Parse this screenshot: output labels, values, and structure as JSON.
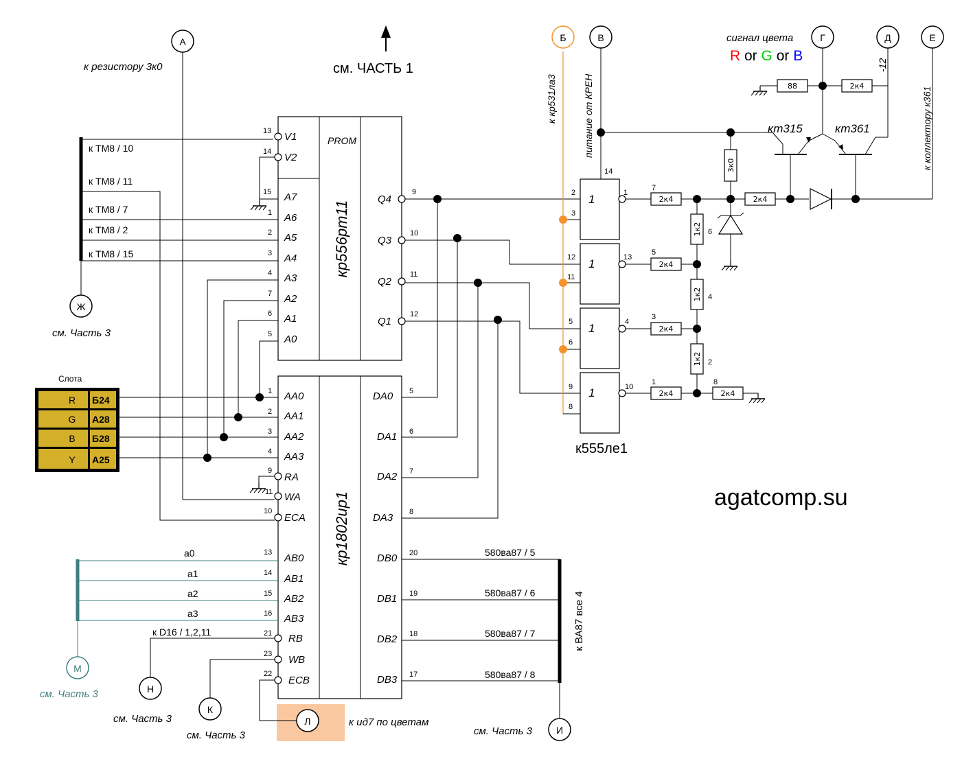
{
  "header": {
    "see_part1": "см. ЧАСТЬ 1",
    "to_resistor": "к резистору 3к0",
    "color_signal": "сигнал цвета",
    "color_r": "R",
    "color_or1": " or ",
    "color_g": "G",
    "color_or2": " or ",
    "color_b": "B",
    "colors": {
      "r": "#ff0000",
      "g": "#00cc00",
      "b": "#0000ff",
      "orange": "#f5922b",
      "slot_fill": "#d4b02a",
      "teal": "#3f7f7f",
      "peach": "#f9c8a0"
    }
  },
  "connectors": {
    "A": "А",
    "B": "Б",
    "V": "В",
    "G": "Г",
    "D": "Д",
    "E": "Е",
    "ZH": "Ж",
    "M": "М",
    "N": "Н",
    "K": "К",
    "L": "Л",
    "I": "И"
  },
  "vertical_labels": {
    "k531": "к кр531ла3",
    "kren": "питание от КРЕН",
    "collector": "к коллектору к361",
    "minus12": "-12",
    "ba87": "к ВА87 все 4"
  },
  "see_part3": "см. Часть 3",
  "tm8": [
    "к ТМ8 / 10",
    "к ТМ8 / 11",
    "к ТМ8 / 7",
    "к ТМ8 / 2",
    "к ТМ8 / 15"
  ],
  "slot": {
    "title": "Слота",
    "rows": [
      {
        "sig": "R",
        "pin": "Б24"
      },
      {
        "sig": "G",
        "pin": "А28"
      },
      {
        "sig": "B",
        "pin": "Б28"
      },
      {
        "sig": "Y",
        "pin": "А25"
      }
    ]
  },
  "prom": {
    "name": "кр556рт11",
    "tag": "PROM",
    "inputs": [
      {
        "pin": "13",
        "name": "V1"
      },
      {
        "pin": "14",
        "name": "V2"
      },
      {
        "pin": "15",
        "name": "A7"
      },
      {
        "pin": "1",
        "name": "A6"
      },
      {
        "pin": "2",
        "name": "A5"
      },
      {
        "pin": "3",
        "name": "A4"
      },
      {
        "pin": "4",
        "name": "A3"
      },
      {
        "pin": "7",
        "name": "A2"
      },
      {
        "pin": "6",
        "name": "A1"
      },
      {
        "pin": "5",
        "name": "A0"
      }
    ],
    "outputs": [
      {
        "pin": "9",
        "name": "Q4"
      },
      {
        "pin": "10",
        "name": "Q3"
      },
      {
        "pin": "11",
        "name": "Q2"
      },
      {
        "pin": "12",
        "name": "Q1"
      }
    ]
  },
  "reg": {
    "name": "кр1802ир1",
    "inputs": [
      {
        "pin": "1",
        "name": "AA0"
      },
      {
        "pin": "2",
        "name": "AA1"
      },
      {
        "pin": "3",
        "name": "AA2"
      },
      {
        "pin": "4",
        "name": "AA3"
      },
      {
        "pin": "9",
        "name": "RA"
      },
      {
        "pin": "11",
        "name": "WA"
      },
      {
        "pin": "10",
        "name": "ECA"
      },
      {
        "pin": "13",
        "name": "AB0"
      },
      {
        "pin": "14",
        "name": "AB1"
      },
      {
        "pin": "15",
        "name": "AB2"
      },
      {
        "pin": "16",
        "name": "AB3"
      },
      {
        "pin": "21",
        "name": "RB"
      },
      {
        "pin": "23",
        "name": "WB"
      },
      {
        "pin": "22",
        "name": "ECB"
      }
    ],
    "outputs": [
      {
        "pin": "5",
        "name": "DA0"
      },
      {
        "pin": "6",
        "name": "DA1"
      },
      {
        "pin": "7",
        "name": "DA2"
      },
      {
        "pin": "8",
        "name": "DA3"
      },
      {
        "pin": "20",
        "name": "DB0"
      },
      {
        "pin": "19",
        "name": "DB1"
      },
      {
        "pin": "18",
        "name": "DB2"
      },
      {
        "pin": "17",
        "name": "DB3"
      }
    ]
  },
  "a_bus": [
    "a0",
    "a1",
    "a2",
    "a3"
  ],
  "d16": "к D16 / 1,2,11",
  "id7": "к ид7 по цветам",
  "db_targets": [
    "580ва87 / 5",
    "580ва87 / 6",
    "580ва87 / 7",
    "580ва87 / 8"
  ],
  "gates": {
    "name": "к555ле1",
    "symbol": "1",
    "pins": {
      "g1": {
        "a": "2",
        "b": "3",
        "out": "1"
      },
      "g2": {
        "a": "12",
        "b": "11",
        "out": "13"
      },
      "g3": {
        "a": "5",
        "b": "6",
        "out": "4"
      },
      "g4": {
        "a": "9",
        "b": "8",
        "out": "10"
      }
    }
  },
  "resistors": {
    "r7": {
      "num": "7",
      "val": "2к4"
    },
    "r5": {
      "num": "5",
      "val": "2к4"
    },
    "r3": {
      "num": "3",
      "val": "2к4"
    },
    "r1": {
      "num": "1",
      "val": "2к4"
    },
    "r8": {
      "num": "8",
      "val": "2к4"
    },
    "r6": {
      "num": "6",
      "val": "1к2"
    },
    "r4": {
      "num": "4",
      "val": "1к2"
    },
    "r2": {
      "num": "2",
      "val": "1к2"
    },
    "r3k0": {
      "val": "3к0"
    },
    "rbase": {
      "val": "2к4"
    },
    "r88": {
      "val": "88"
    },
    "rtop": {
      "val": "2к4"
    }
  },
  "transistors": {
    "q1": "кт315",
    "q2": "кт361"
  },
  "pin14": "14",
  "site": "agatcomp.su"
}
